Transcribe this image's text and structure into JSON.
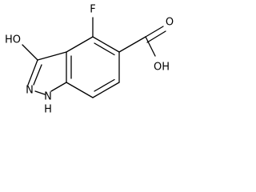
{
  "molecule": {
    "labels": {
      "fluoro": "F",
      "hydroxyl": "HO",
      "ring_nitrogen": "N",
      "ring_nh": "N",
      "nh_hydrogen": "H",
      "carbonyl_oxygen": "O",
      "acid_hydroxyl": "OH"
    },
    "colors": {
      "bond": "#000000",
      "text": "#000000",
      "background": "#ffffff"
    }
  }
}
